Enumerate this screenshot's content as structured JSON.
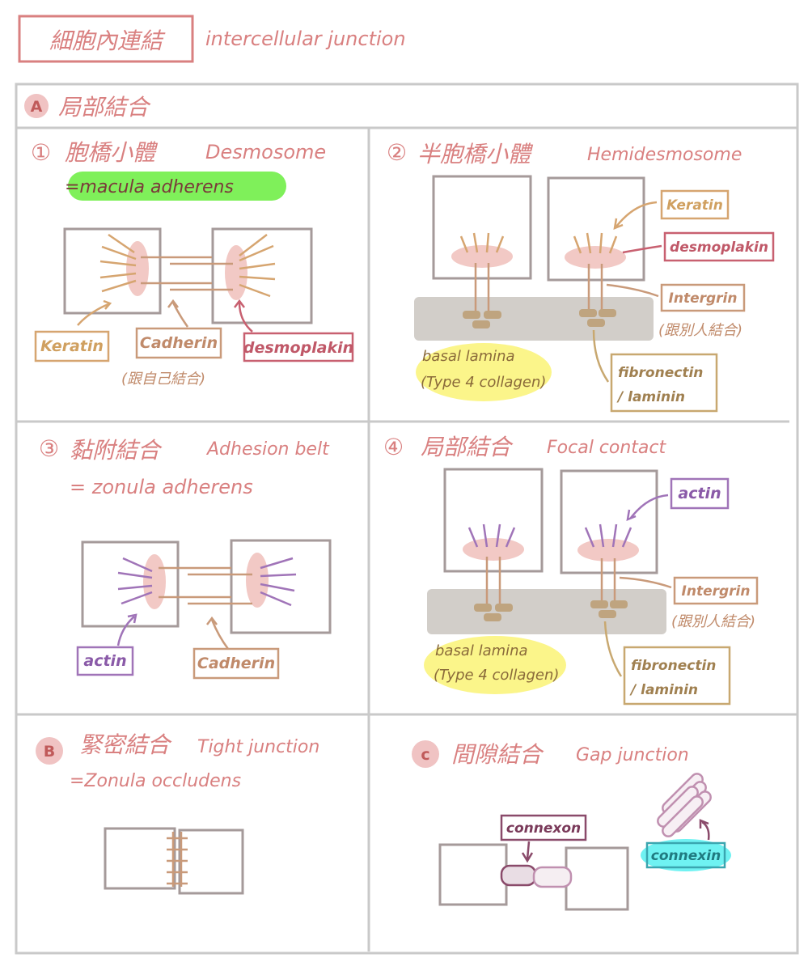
{
  "header": {
    "title_zh": "細胞內連結",
    "title_en": "intercellular junction"
  },
  "section_a": {
    "badge": "A",
    "title_zh": "局部結合"
  },
  "panel1": {
    "number": "①",
    "title_zh": "胞橋小體",
    "title_en": "Desmosome",
    "subtitle": "=macula adherens",
    "label_keratin": "Keratin",
    "label_cadherin": "Cadherin",
    "label_desmoplakin": "desmoplakin",
    "note_cadherin": "(跟自己結合)"
  },
  "panel2": {
    "number": "②",
    "title_zh": "半胞橋小體",
    "title_en": "Hemidesmosome",
    "label_keratin": "Keratin",
    "label_desmoplakin": "desmoplakin",
    "label_integrin": "Intergrin",
    "note_integrin": "(跟別人結合)",
    "label_basal_1": "basal lamina",
    "label_basal_2": "(Type 4 collagen)",
    "label_fibronectin_1": "fibronectin",
    "label_fibronectin_2": "/ laminin"
  },
  "panel3": {
    "number": "③",
    "title_zh": "黏附結合",
    "title_en": "Adhesion belt",
    "subtitle": "= zonula adherens",
    "label_actin": "actin",
    "label_cadherin": "Cadherin"
  },
  "panel4": {
    "number": "④",
    "title_zh": "局部結合",
    "title_en": "Focal contact",
    "label_actin": "actin",
    "label_integrin": "Intergrin",
    "note_integrin": "(跟別人結合)",
    "label_basal_1": "basal lamina",
    "label_basal_2": "(Type 4 collagen)",
    "label_fibronectin_1": "fibronectin",
    "label_fibronectin_2": "/ laminin"
  },
  "section_b": {
    "badge": "B",
    "title_zh": "緊密結合",
    "title_en": "Tight junction",
    "subtitle": "=Zonula occludens"
  },
  "section_c": {
    "badge": "c",
    "title_zh": "間隙結合",
    "title_en": "Gap junction",
    "label_connexon": "connexon",
    "label_connexin": "connexin"
  },
  "colors": {
    "frame": "#c9c9c9",
    "heading": "#d98080",
    "cell": "#a59a9a",
    "keratin": "#d6a570",
    "cadherin": "#c99a7a",
    "plaque": "#eebdbd",
    "actin": "#a074b8",
    "basal": "#d2cec9",
    "yellow": "#fbf58a",
    "green": "#7ff05a",
    "cyan": "#6ff2f2",
    "fibronectin": "#c8a870",
    "desmoplakin": "#c86070"
  }
}
